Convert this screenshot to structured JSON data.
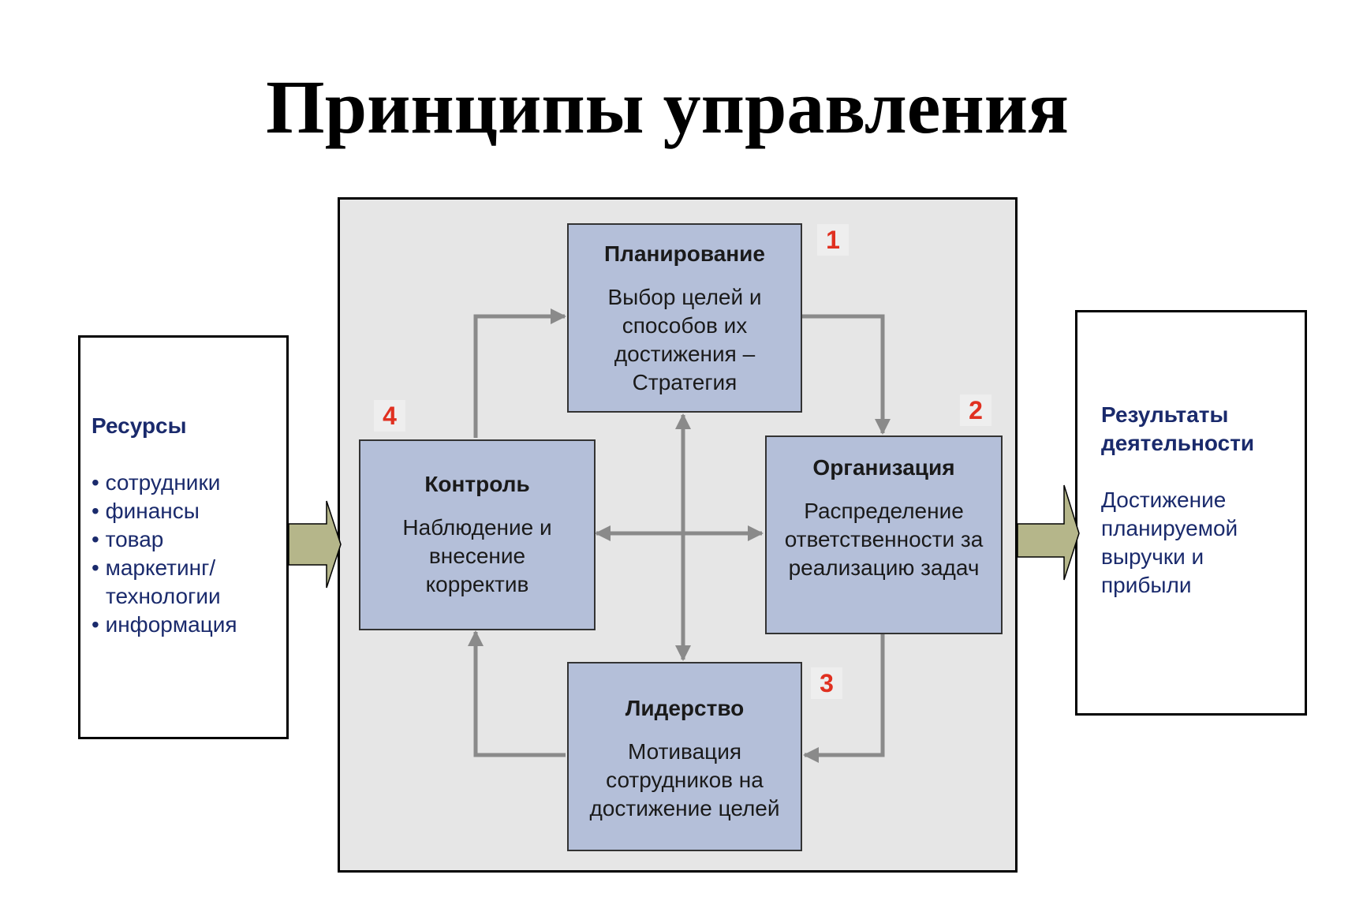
{
  "title": "Принципы управления",
  "resources": {
    "title": "Ресурсы",
    "items": [
      "• сотрудники",
      "• финансы",
      "• товар",
      "• маркетинг/",
      "технологии",
      "• информация"
    ]
  },
  "results": {
    "title": "Результаты деятельности",
    "body": "Достижение планируемой выручки и прибыли"
  },
  "boxes": {
    "planning": {
      "number": "1",
      "title": "Планирование",
      "body": "Выбор целей и способов их достижения – Стратегия"
    },
    "organization": {
      "number": "2",
      "title": "Организация",
      "body": "Распределение ответственности за реализацию задач"
    },
    "leadership": {
      "number": "3",
      "title": "Лидерство",
      "body": "Мотивация сотрудников на достижение целей"
    },
    "control": {
      "number": "4",
      "title": "Контроль",
      "body": "Наблюдение и внесение корректив"
    }
  },
  "colors": {
    "box_fill": "#b4bfd9",
    "arrow": "#8a8a8a",
    "input_arrow": "#b5b68a",
    "number": "#e03020",
    "side_text": "#1a2a6c"
  }
}
